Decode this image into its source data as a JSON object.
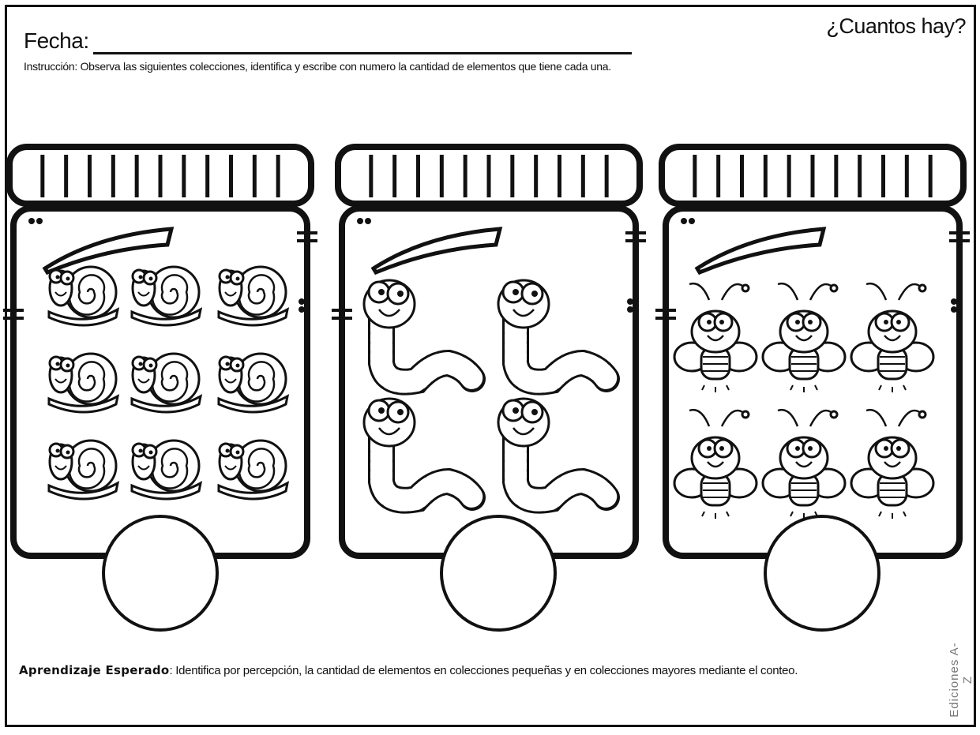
{
  "header": {
    "title": "¿Cuantos hay?",
    "date_label": "Fecha:",
    "instruction": "Instrucción:  Observa las siguientes colecciones, identifica y escribe con numero la cantidad de elementos que tiene cada una."
  },
  "jars": [
    {
      "creature": "snail-icon",
      "count": 9
    },
    {
      "creature": "worm-icon",
      "count": 4
    },
    {
      "creature": "firefly-icon",
      "count": 6
    }
  ],
  "footer": {
    "goal_label": "Aprendizaje Esperado",
    "goal_text": ": Identifica por percepción, la cantidad de elementos en colecciones  pequeñas y en colecciones  mayores mediante el conteo.",
    "credit": "Ediciones A-Z"
  }
}
